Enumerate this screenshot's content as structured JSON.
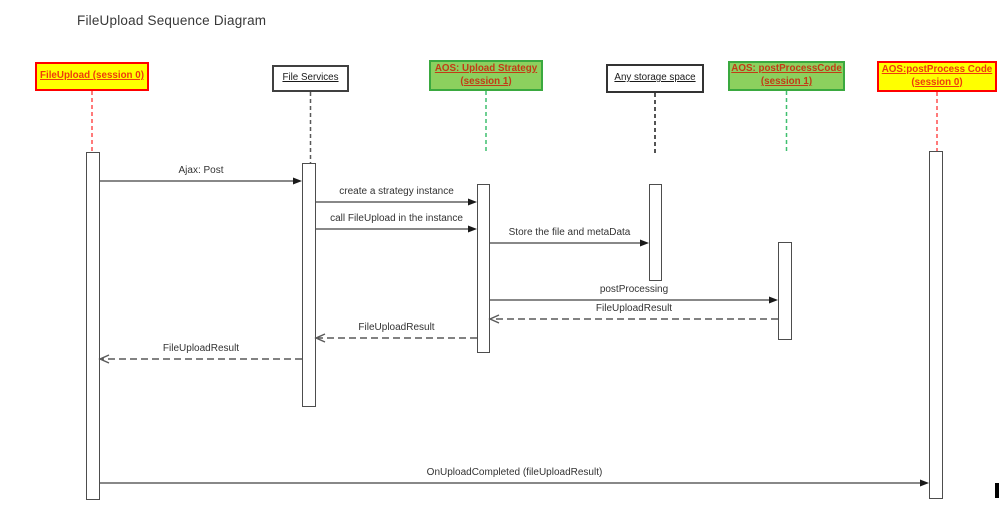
{
  "title": "FileUpload Sequence Diagram",
  "colors": {
    "solid_arrow": "#404040",
    "arrowhead_fill": "#1a1a1a",
    "dashed_arrow": "#595959",
    "label_text": "#333333",
    "title_text": "#383838",
    "yellow_fill": "#FFFF00",
    "yellow_border": "#FF0000",
    "green_fill": "#8CD05E",
    "green_border": "#3AA93F",
    "red_lifeline": "#FF4F4F",
    "green_lifeline": "#3FBF6F"
  },
  "participants": [
    {
      "id": "fileupload",
      "lines": [
        "FileUpload (session 0)"
      ],
      "fill": "#FFFF00",
      "border": "#FF0000",
      "text_color": "#EE3A0D",
      "bold": true,
      "lifeline_color": "#FF4F4F"
    },
    {
      "id": "fileservices",
      "lines": [
        "File Services"
      ],
      "fill": "#FFFFFF",
      "border": "#404040",
      "text_color": "#1a1a1a",
      "bold": false,
      "lifeline_color": "#595959"
    },
    {
      "id": "strategy",
      "lines": [
        "AOS: Upload Strategy",
        "(session 1)"
      ],
      "fill": "#8CD05E",
      "border": "#3AA93F",
      "text_color": "#C23B16",
      "bold": true,
      "lifeline_color": "#3FBF6F"
    },
    {
      "id": "storage",
      "lines": [
        "Any storage space"
      ],
      "fill": "#FFFFFF",
      "border": "#333333",
      "text_color": "#1a1a1a",
      "bold": false,
      "lifeline_color": "#1a1a1a"
    },
    {
      "id": "postcode1",
      "lines": [
        "AOS: postProcessCode",
        "(session 1)"
      ],
      "fill": "#8CD05E",
      "border": "#3AA93F",
      "text_color": "#C23B16",
      "bold": true,
      "lifeline_color": "#3FBF6F"
    },
    {
      "id": "postcode0",
      "lines": [
        "AOS:postProcess Code",
        "(session 0)"
      ],
      "fill": "#FFFF00",
      "border": "#FF0000",
      "text_color": "#EE3A0D",
      "bold": true,
      "lifeline_color": "#FF4F4F"
    }
  ],
  "messages": [
    {
      "label": "Ajax: Post",
      "from": "fileupload",
      "to": "fileservices",
      "type": "solid"
    },
    {
      "label": "create a strategy instance",
      "from": "fileservices",
      "to": "strategy",
      "type": "solid"
    },
    {
      "label": "call FileUpload in the instance",
      "from": "fileservices",
      "to": "strategy",
      "type": "solid"
    },
    {
      "label": "Store the file and metaData",
      "from": "strategy",
      "to": "storage",
      "type": "solid"
    },
    {
      "label": "postProcessing",
      "from": "strategy",
      "to": "postcode1",
      "type": "solid"
    },
    {
      "label": "FileUploadResult",
      "from": "postcode1",
      "to": "strategy",
      "type": "dashed"
    },
    {
      "label": "FileUploadResult",
      "from": "strategy",
      "to": "fileservices",
      "type": "dashed"
    },
    {
      "label": "FileUploadResult",
      "from": "fileservices",
      "to": "fileupload",
      "type": "dashed"
    },
    {
      "label": "OnUploadCompleted (fileUploadResult)",
      "from": "fileupload",
      "to": "postcode0",
      "type": "solid"
    }
  ]
}
